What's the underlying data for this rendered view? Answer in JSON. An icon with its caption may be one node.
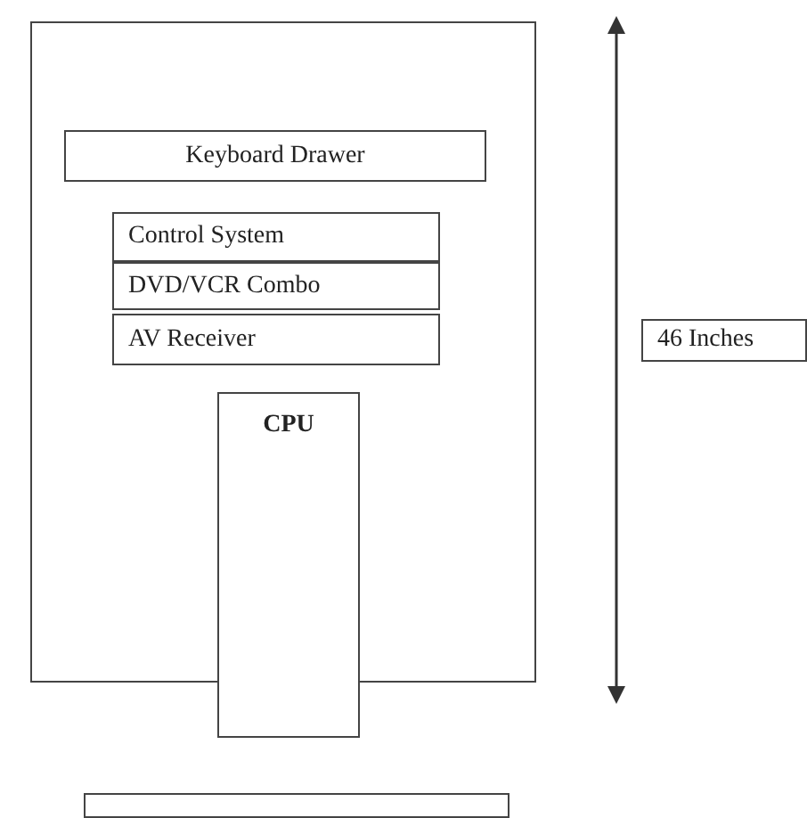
{
  "diagram": {
    "nodes": [
      {
        "text": [],
        "shape": "box"
      },
      {
        "text": [
          "Keyboard Drawer"
        ],
        "in": 0
      },
      {
        "text": [
          "Control System"
        ],
        "in": 0
      },
      {
        "text": [
          "DVD/VCR Combo"
        ],
        "in": 0
      },
      {
        "text": [
          "AV Receiver"
        ],
        "in": 0
      },
      {
        "text": [
          "CPU"
        ]
      },
      {
        "text": [
          "46 Inches"
        ]
      },
      {
        "text": [],
        "shape": "box"
      }
    ],
    "edges": []
  }
}
